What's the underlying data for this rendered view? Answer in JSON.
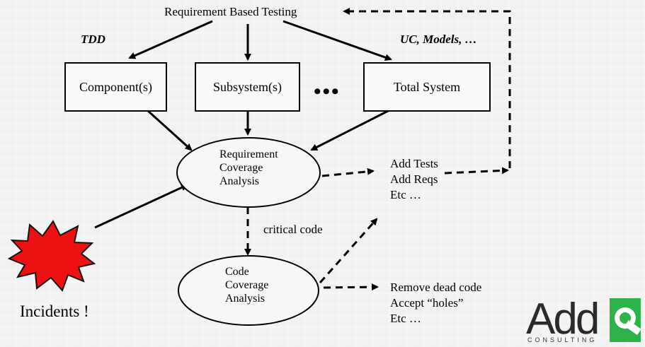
{
  "title": "Requirement Based Testing",
  "tdd_label": "TDD",
  "uc_label": "UC, Models, …",
  "boxes": {
    "component": "Component(s)",
    "subsystem": "Subsystem(s)",
    "ellipsis": "•••",
    "total": "Total System"
  },
  "req_coverage": [
    "Requirement",
    "Coverage",
    "Analysis"
  ],
  "code_coverage": [
    "Code",
    "Coverage",
    "Analysis"
  ],
  "add_list": [
    "Add Tests",
    "Add Reqs",
    "Etc …"
  ],
  "remove_list": [
    "Remove dead code",
    "Accept “holes”",
    "Etc …"
  ],
  "critical_code": "critical code",
  "incidents": "Incidents !",
  "logo": {
    "text": "Add",
    "subtext": "CONSULTING",
    "accent": "#2db34a"
  }
}
